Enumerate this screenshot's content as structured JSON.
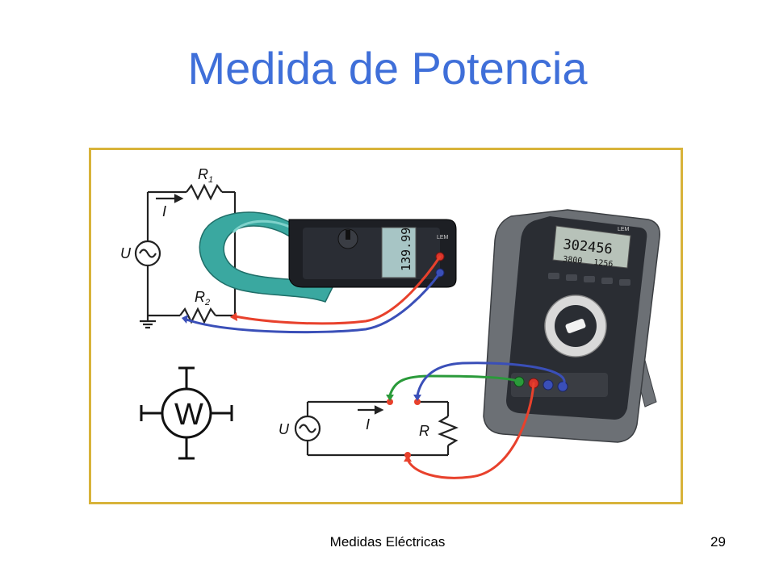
{
  "slide": {
    "title": "Medida de Potencia",
    "footer_text": "Medidas Eléctricas",
    "page_number": "29"
  },
  "circuit_top": {
    "resistor1_label": "R",
    "resistor1_sub": "1",
    "resistor2_label": "R",
    "resistor2_sub": "2",
    "current_label": "I",
    "source_label": "U"
  },
  "circuit_bottom": {
    "resistor_label": "R",
    "current_label": "I",
    "source_label": "U"
  },
  "wattmeter_symbol": {
    "label": "W"
  },
  "clamp_meter": {
    "display": "139.99",
    "brand": "LEM"
  },
  "power_meter": {
    "display_main": "302456",
    "display_sub_left": "3800",
    "display_sub_right": "1256",
    "brand": "LEM"
  },
  "colors": {
    "title": "#3f6fd9",
    "frame_border": "#d8b33a",
    "wire_red": "#e8412c",
    "wire_blue": "#3a4fb8",
    "wire_green": "#2a9a3a",
    "clamp_teal": "#3aa8a0"
  }
}
